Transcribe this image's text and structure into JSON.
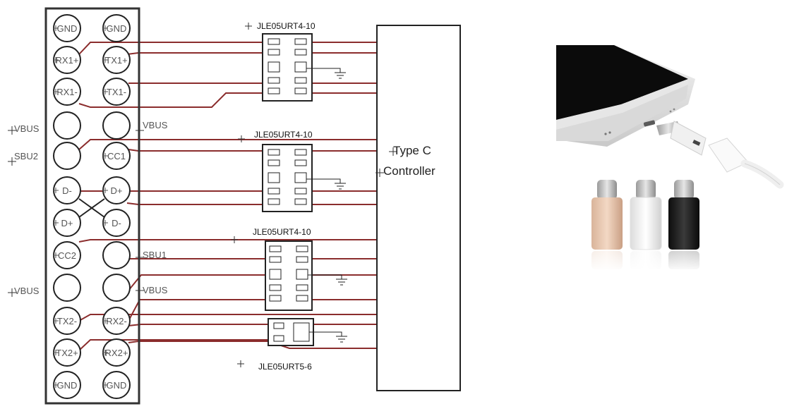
{
  "connector_pins": [
    [
      "GND",
      "GND"
    ],
    [
      "RX1+",
      "TX1+"
    ],
    [
      "RX1-",
      "TX1-"
    ],
    [
      "",
      ""
    ],
    [
      "",
      "CC1"
    ],
    [
      "D-",
      "D+"
    ],
    [
      "D+",
      "D-"
    ],
    [
      "CC2",
      ""
    ],
    [
      "",
      ""
    ],
    [
      "TX2-",
      "RX2-"
    ],
    [
      "TX2+",
      "RX2+"
    ],
    [
      "GND",
      "GND"
    ]
  ],
  "side_labels": {
    "vbus_left_1": "VBUS",
    "vbus_right_1": "VBUS",
    "sbu2": "SBU2",
    "sbu1": "SBU1",
    "vbus_left_2": "VBUS",
    "vbus_right_2": "VBUS"
  },
  "protection_chips": [
    {
      "label": "JLE05URT4-10"
    },
    {
      "label": "JLE05URT4-10"
    },
    {
      "label": "JLE05URT4-10"
    },
    {
      "label": "JLE05URT5-6"
    }
  ],
  "controller": {
    "line1": "Type C",
    "line2": "Controller"
  },
  "colors": {
    "wire": "#8b2d2d",
    "adapter_rose_gold": "#e8c4a8",
    "adapter_white": "#f2f2f2",
    "adapter_black": "#1a1a1a"
  }
}
